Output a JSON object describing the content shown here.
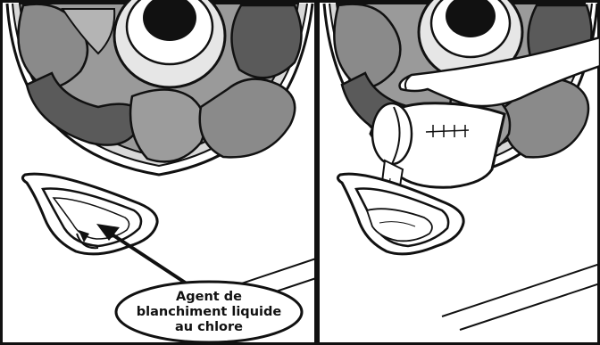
{
  "callout": {
    "line1": "Agent de",
    "line2": "blanchiment liquide",
    "line3": "au chlore"
  },
  "colors": {
    "cloth_dark": "#5a5a5a",
    "cloth_mid": "#8a8a8a",
    "cloth_light": "#b4b4b4",
    "outline": "#111111",
    "background": "#ffffff"
  }
}
